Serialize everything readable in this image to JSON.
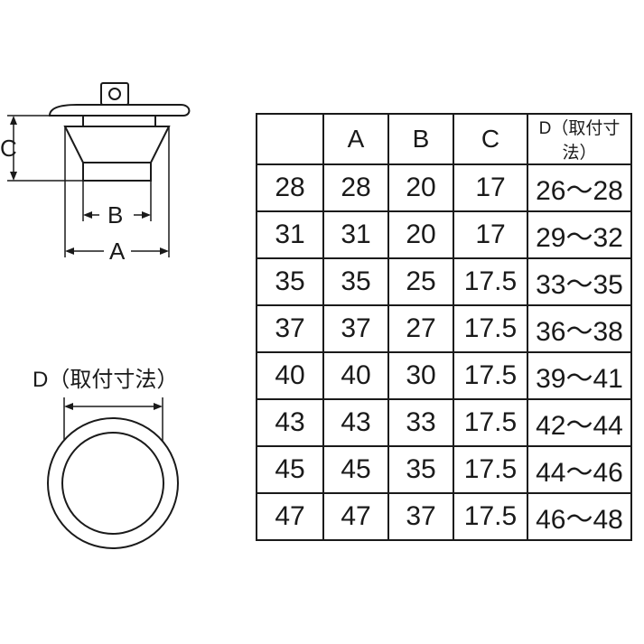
{
  "diagram": {
    "side_view_labels": {
      "a": "A",
      "b": "B",
      "c": "C"
    },
    "top_view_label": "D（取付寸法）"
  },
  "table": {
    "headers": [
      "",
      "A",
      "B",
      "C",
      "D（取付寸法）"
    ],
    "rows": [
      [
        "28",
        "28",
        "20",
        "17",
        "26～28"
      ],
      [
        "31",
        "31",
        "20",
        "17",
        "29～32"
      ],
      [
        "35",
        "35",
        "25",
        "17.5",
        "33～35"
      ],
      [
        "37",
        "37",
        "27",
        "17.5",
        "36～38"
      ],
      [
        "40",
        "40",
        "30",
        "17.5",
        "39～41"
      ],
      [
        "43",
        "43",
        "33",
        "17.5",
        "42～44"
      ],
      [
        "45",
        "45",
        "35",
        "17.5",
        "44～46"
      ],
      [
        "47",
        "47",
        "37",
        "17.5",
        "46～48"
      ]
    ]
  }
}
